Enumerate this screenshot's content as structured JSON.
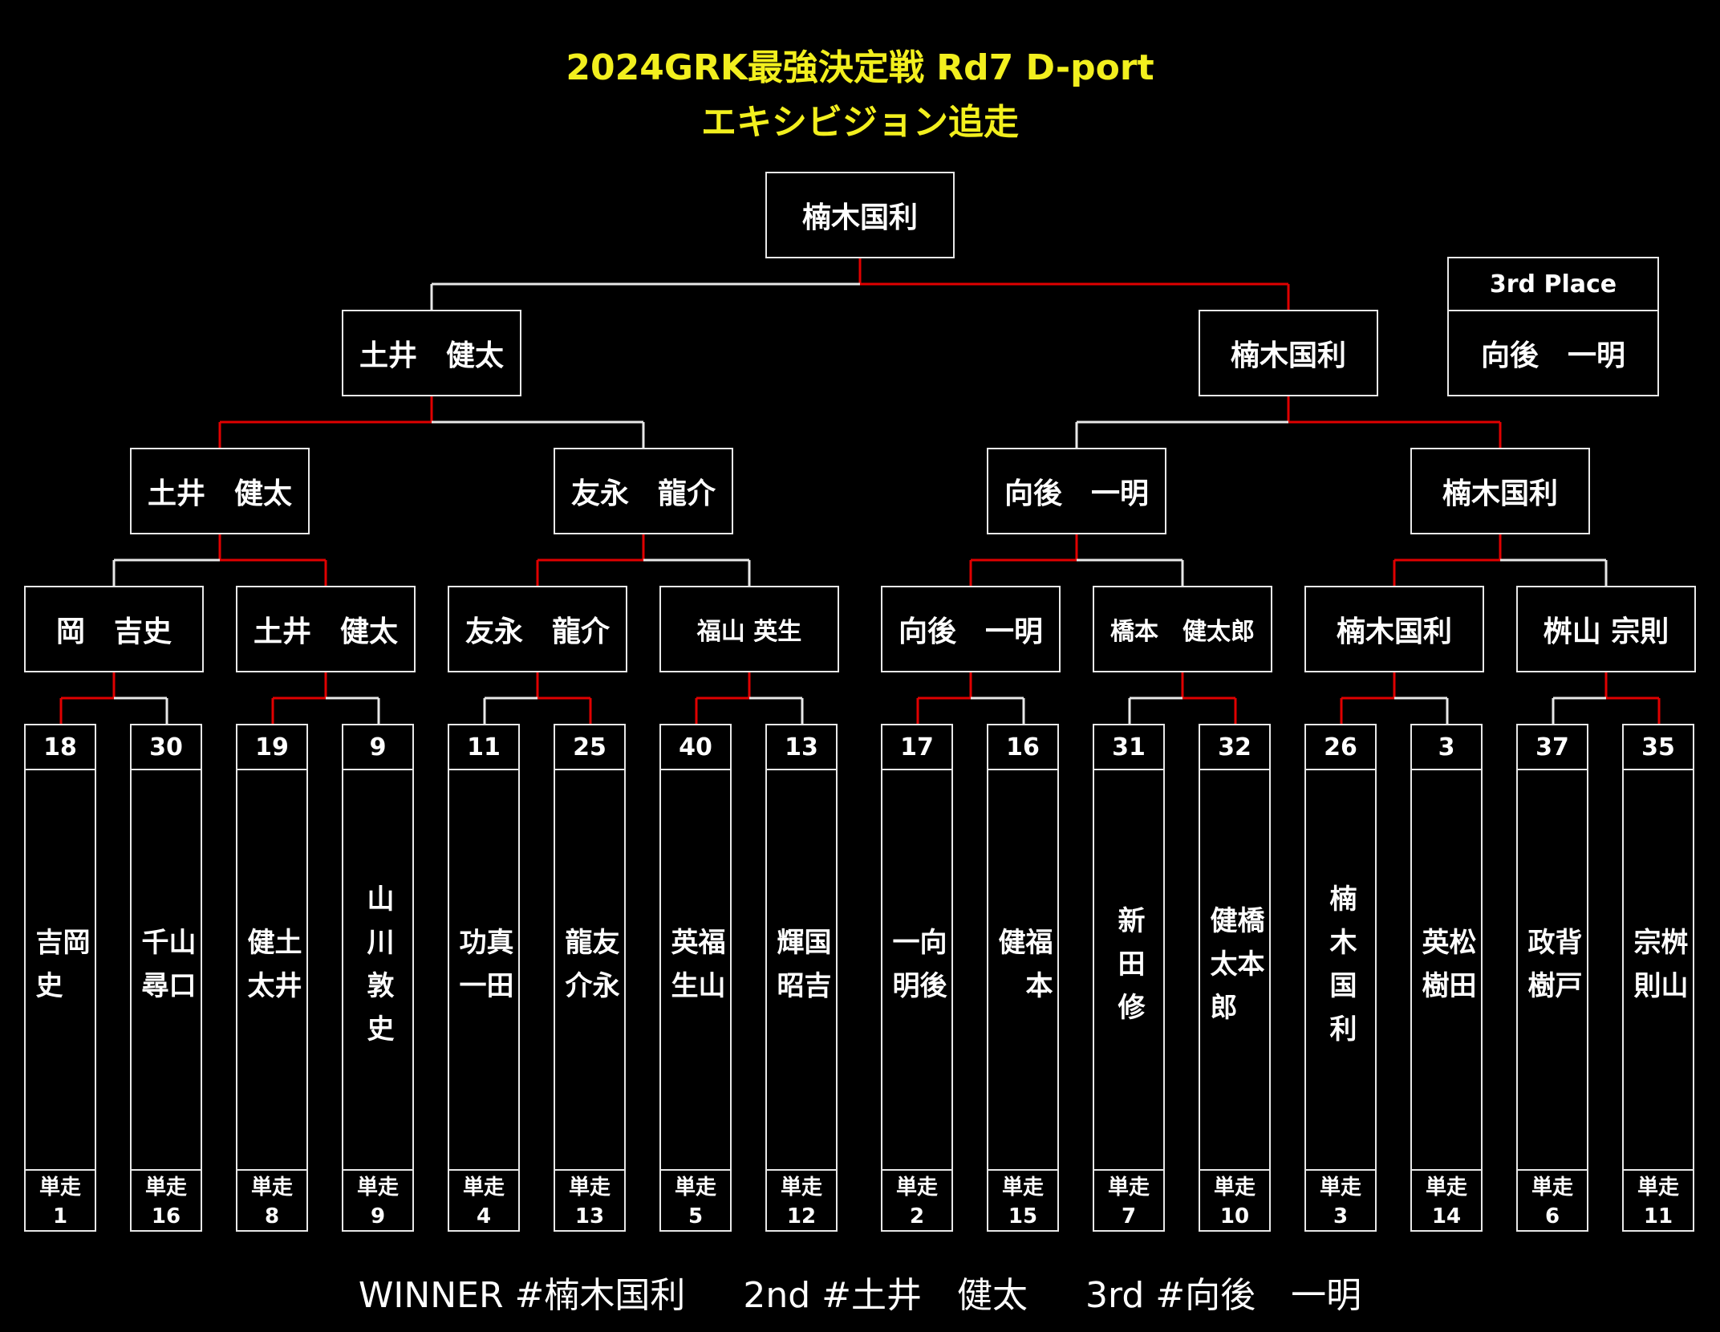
{
  "title": {
    "line1": "2024GRK最強決定戦 Rd7 D-port",
    "line2": "エキシビジョン追走"
  },
  "colors": {
    "win": "#e00000",
    "loss": "#e8e8e8",
    "title": "#f2ef1e"
  },
  "champion": "楠木国利",
  "semifinals": [
    "土井　健太",
    "楠木国利"
  ],
  "quarterfinals": [
    "土井　健太",
    "友永　龍介",
    "向後　一明",
    "楠木国利"
  ],
  "round_of_16": [
    "岡　吉史",
    "土井　健太",
    "友永　龍介",
    "福山 英生",
    "向後　一明",
    "橋本　健太郎",
    "楠木国利",
    "桝山 宗則"
  ],
  "third_place": {
    "label": "3rd Place",
    "name": "向後　一明"
  },
  "entrants": [
    {
      "num": "18",
      "name": "岡\n吉史",
      "solo_label": "単走",
      "solo_rank": "1"
    },
    {
      "num": "30",
      "name": "山口\n千尋",
      "solo_label": "単走",
      "solo_rank": "16"
    },
    {
      "num": "19",
      "name": "土井\n健太",
      "solo_label": "単走",
      "solo_rank": "8"
    },
    {
      "num": "9",
      "name": "山川敦史",
      "solo_label": "単走",
      "solo_rank": "9"
    },
    {
      "num": "11",
      "name": "真田\n功一",
      "solo_label": "単走",
      "solo_rank": "4"
    },
    {
      "num": "25",
      "name": "友永\n龍介",
      "solo_label": "単走",
      "solo_rank": "13"
    },
    {
      "num": "40",
      "name": "福山\n英生",
      "solo_label": "単走",
      "solo_rank": "5"
    },
    {
      "num": "13",
      "name": "国吉\n輝昭",
      "solo_label": "単走",
      "solo_rank": "12"
    },
    {
      "num": "17",
      "name": "向後\n一明",
      "solo_label": "単走",
      "solo_rank": "2"
    },
    {
      "num": "16",
      "name": "福本\n健",
      "solo_label": "単走",
      "solo_rank": "15"
    },
    {
      "num": "31",
      "name": "新田修",
      "solo_label": "単走",
      "solo_rank": "7"
    },
    {
      "num": "32",
      "name": "橋本\n健太郎",
      "solo_label": "単走",
      "solo_rank": "10"
    },
    {
      "num": "26",
      "name": "楠木国利",
      "solo_label": "単走",
      "solo_rank": "3"
    },
    {
      "num": "3",
      "name": "松田\n英樹",
      "solo_label": "単走",
      "solo_rank": "14"
    },
    {
      "num": "37",
      "name": "背戸\n政樹",
      "solo_label": "単走",
      "solo_rank": "6"
    },
    {
      "num": "35",
      "name": "桝山\n宗則",
      "solo_label": "単走",
      "solo_rank": "11"
    }
  ],
  "footer": "WINNER #楠木国利　  2nd #土井　健太　  3rd #向後　一明"
}
